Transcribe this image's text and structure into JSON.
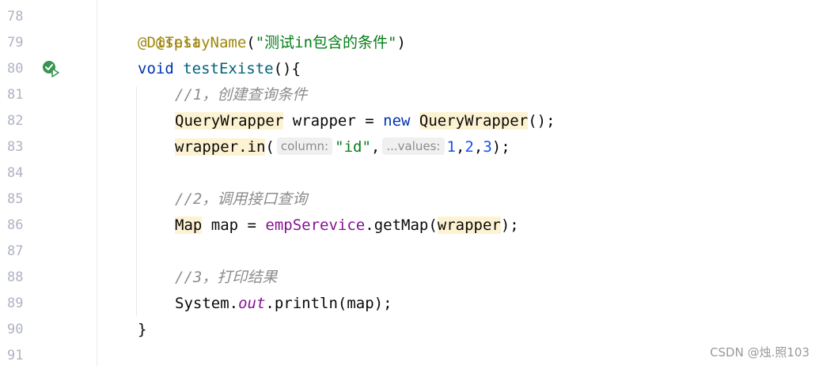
{
  "line_numbers": [
    "78",
    "79",
    "80",
    "81",
    "82",
    "83",
    "84",
    "85",
    "86",
    "87",
    "88",
    "89",
    "90",
    "91"
  ],
  "code": {
    "l78_ann": "@Test",
    "l79_ann": "@DisplayName",
    "l79_paren_open": "(",
    "l79_str": "\"测试in包含的条件\"",
    "l79_paren_close": ")",
    "l80_void": "void",
    "l80_space": " ",
    "l80_fn": "testExiste",
    "l80_rest": "(){",
    "l81_cmt": "//1，创建查询条件",
    "l82_type": "QueryWrapper",
    "l82_mid": " wrapper = ",
    "l82_new": "new",
    "l82_space": " ",
    "l82_type2": "QueryWrapper",
    "l82_end": "();",
    "l83_a": "wrapper.in",
    "l83_b": "(",
    "l83_hint1": "column:",
    "l83_str": "\"id\"",
    "l83_comma": ",",
    "l83_hint2": "...values:",
    "l83_n1": "1",
    "l83_c1": ",",
    "l83_n2": "2",
    "l83_c2": ",",
    "l83_n3": "3",
    "l83_end": ");",
    "l85_cmt": "//2，调用接口查询",
    "l86_type": "Map",
    "l86_mid": " map = ",
    "l86_inst": "empSerevice",
    "l86_call": ".getMap(",
    "l86_arg": "wrapper",
    "l86_end": ");",
    "l88_cmt": "//3，打印结果",
    "l89_sys": "System.",
    "l89_out": "out",
    "l89_rest": ".println(map);",
    "l90_brace": "}"
  },
  "icons": {
    "run": "run-test-passed-icon"
  },
  "watermark": "CSDN @烛.照103"
}
